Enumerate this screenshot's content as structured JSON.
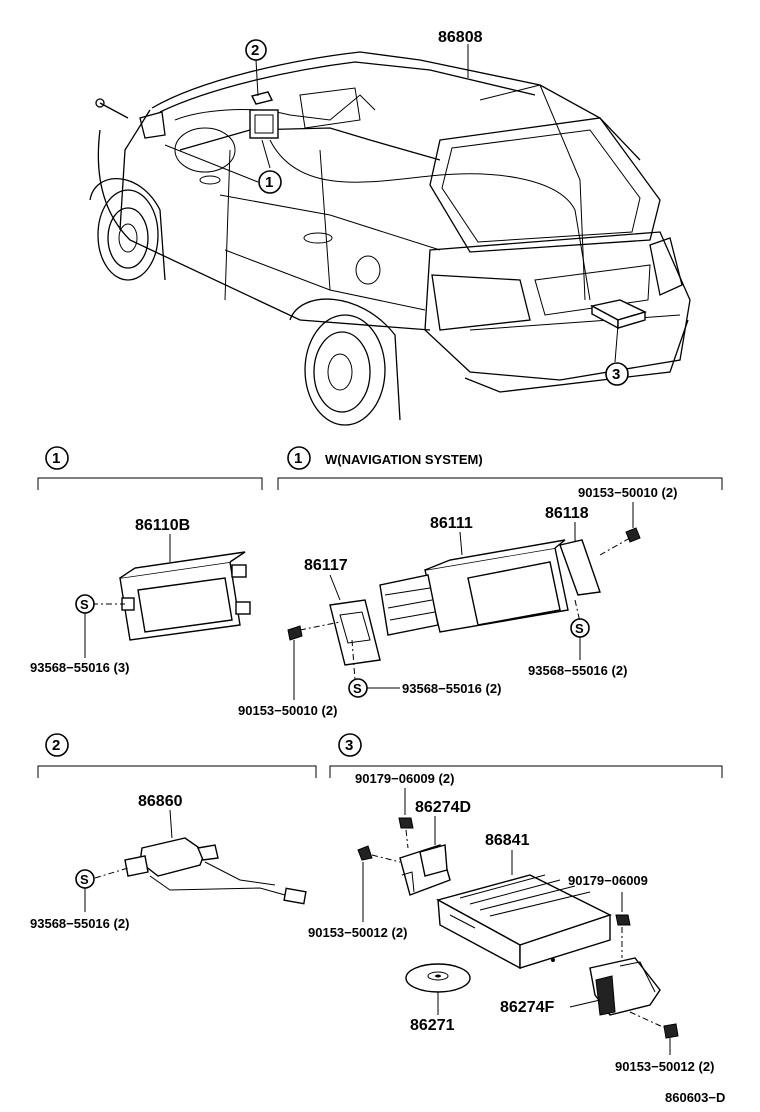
{
  "diagram": {
    "car_label": "86808",
    "callouts": [
      "1",
      "2",
      "3"
    ],
    "sections": {
      "s1_left": {
        "marker": "1",
        "part": "86110B",
        "screw": "93568−55016 (3)",
        "s_symbol": "S"
      },
      "s1_right": {
        "marker": "1",
        "title": "W(NAVIGATION SYSTEM)",
        "bolt_top": "90153−50010 (2)",
        "unit": "86111",
        "bracket_right": "86118",
        "bracket_left": "86117",
        "screw_right": "93568−55016 (2)",
        "screw_bottom": "93568−55016 (2)",
        "bolt_left": "90153−50010 (2)"
      },
      "s2": {
        "marker": "2",
        "part": "86860",
        "screw": "93568−55016 (2)"
      },
      "s3": {
        "marker": "3",
        "nut_top": "90179−06009 (2)",
        "bracket_top": "86274D",
        "unit": "86841",
        "nut_right": "90179−06009",
        "bolt_left": "90153−50012 (2)",
        "disc": "86271",
        "bracket_bottom": "86274F",
        "bolt_bottom": "90153−50012 (2)"
      }
    },
    "figure_code": "860603−D"
  }
}
